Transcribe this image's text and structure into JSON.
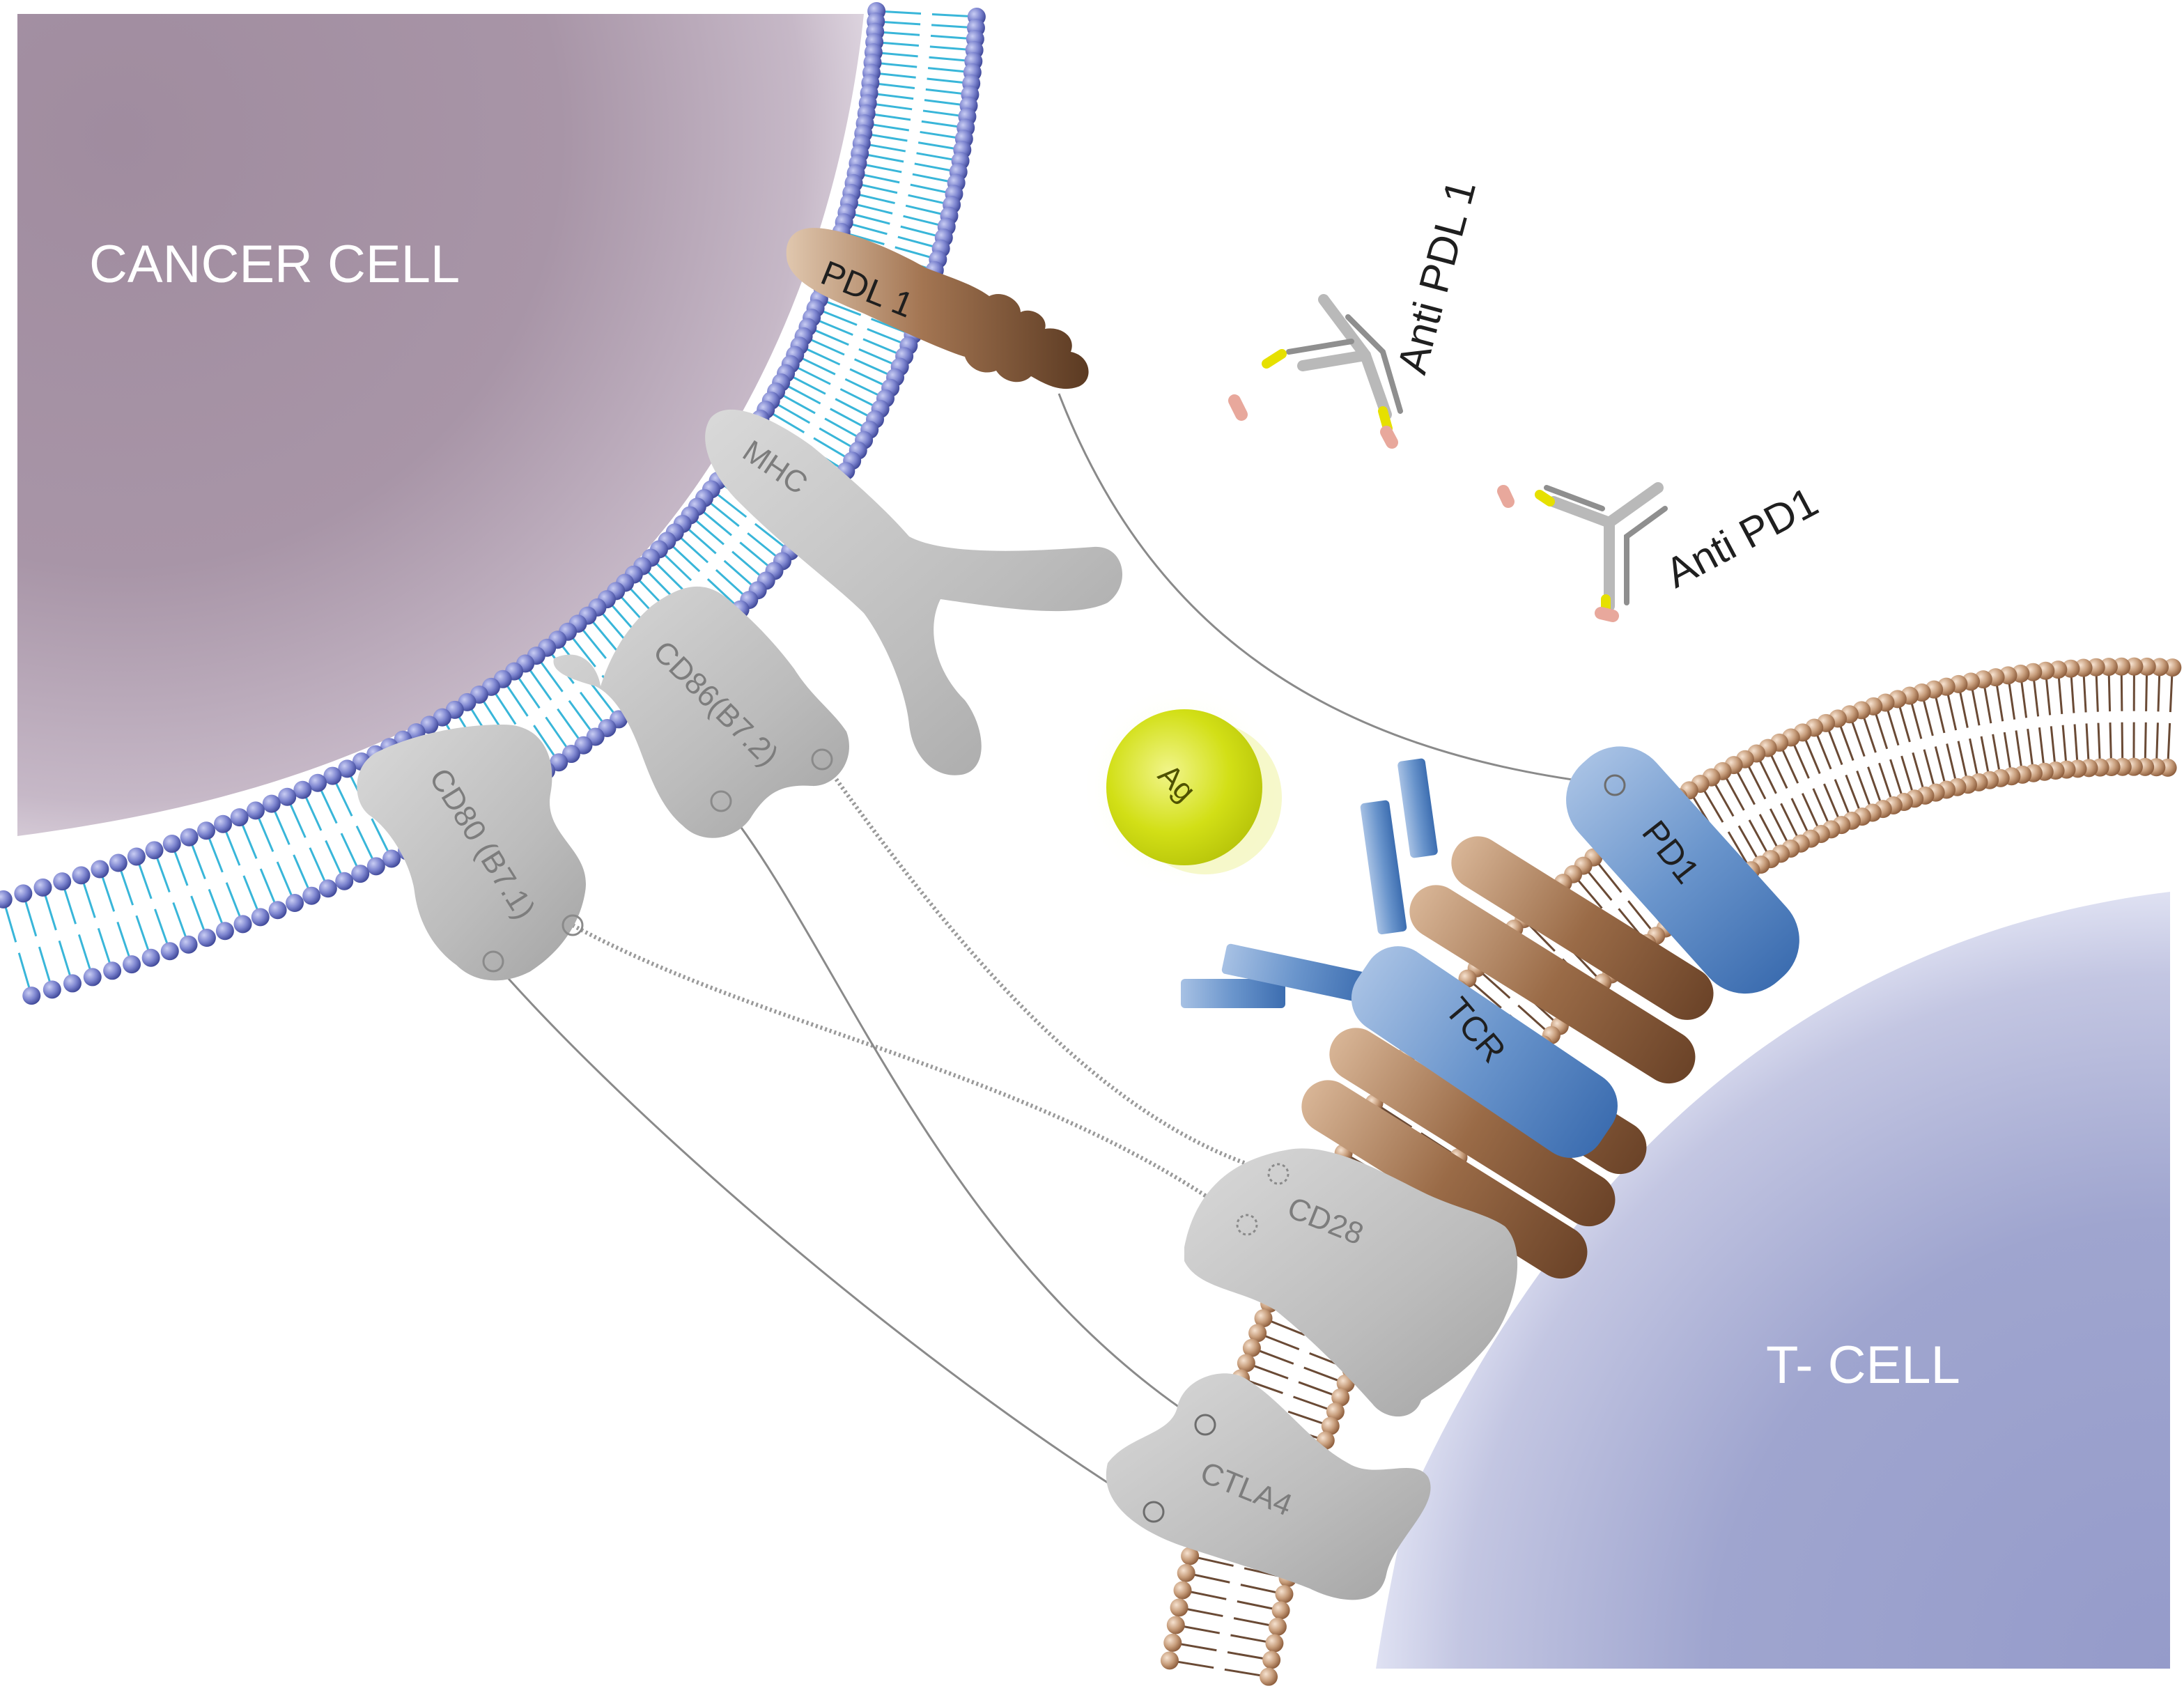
{
  "cells": {
    "cancer": "CANCER CELL",
    "tcell": "T- CELL"
  },
  "proteins": {
    "pdl1": "PDL 1",
    "mhc": "MHC",
    "cd86": "CD86(B7.2)",
    "cd80": "CD80 (B7.1)",
    "pd1": "PD1",
    "tcr": "TCR",
    "cd28": "CD28",
    "ctla4": "CTLA4"
  },
  "antigen": "Ag",
  "antibodies": {
    "anti_pdl1": "Anti PDL 1",
    "anti_pd1": "Anti PD1"
  },
  "colors": {
    "cancer_cytoplasm": "#a996a6",
    "cancer_membrane_head": "#6f78c2",
    "cancer_membrane_tail": "#3fb4d8",
    "tcell_cytoplasm": "#9ea4cc",
    "tcell_membrane_head": "#c49e7e",
    "receptor_blue": "#5f8ec8",
    "receptor_grey": "#bdbdbd",
    "pdl1_brown": "#7b5032",
    "antigen_yellow": "#cfdc10"
  }
}
